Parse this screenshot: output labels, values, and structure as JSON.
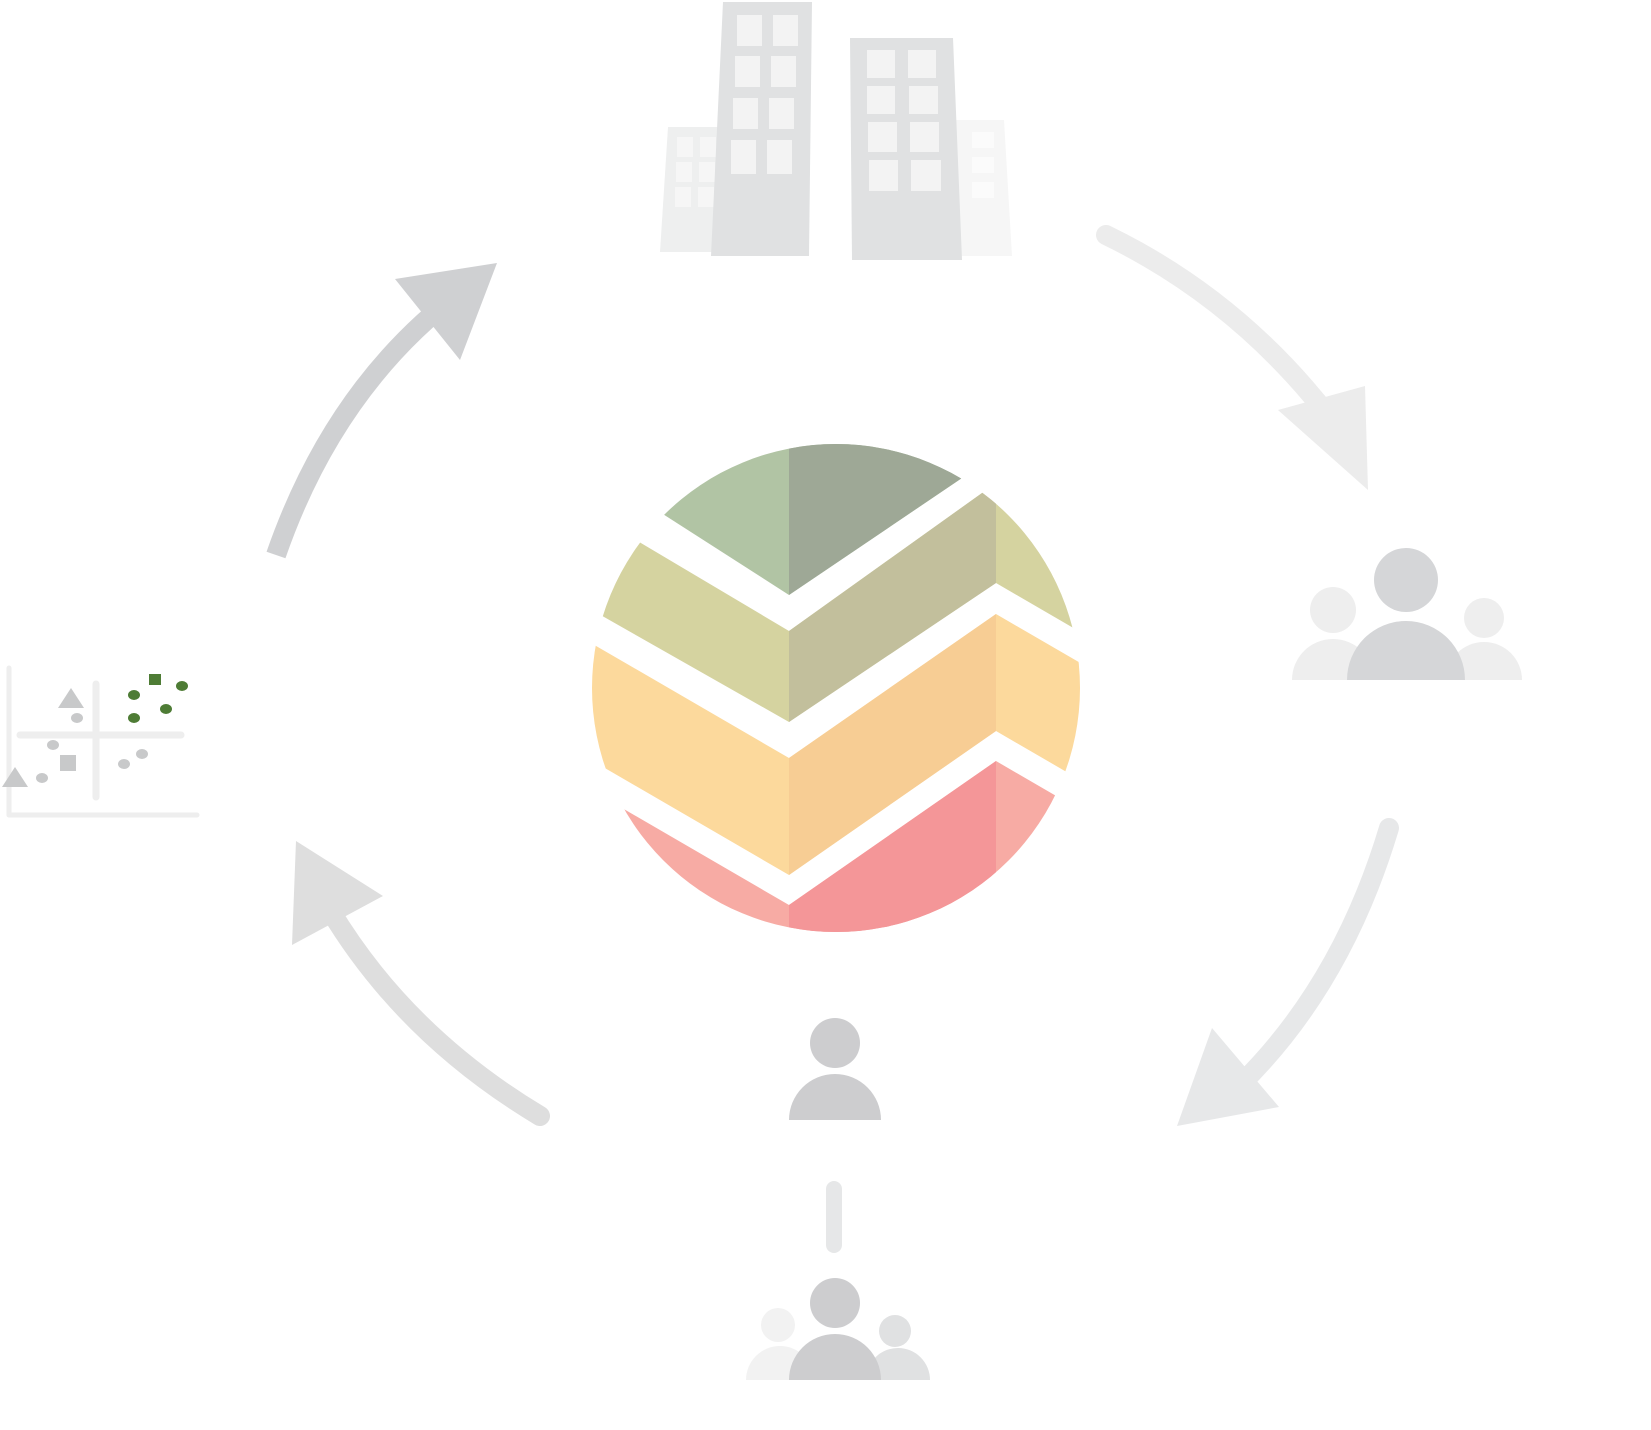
{
  "diagram": {
    "nodes": [
      {
        "id": "organizations",
        "icon": "office-buildings-icon"
      },
      {
        "id": "community",
        "icon": "user-group-icon"
      },
      {
        "id": "individual",
        "icon": "person-icon"
      },
      {
        "id": "population",
        "icon": "population-group-icon"
      },
      {
        "id": "data",
        "icon": "scatter-plot-icon"
      }
    ],
    "center_logo": {
      "icon": "layered-bands-logo-icon",
      "band_colors": {
        "top": [
          "#b1c4a4",
          "#9ea896"
        ],
        "upper": [
          "#d5d3a0",
          "#c2bf9c",
          "#d5d3a0"
        ],
        "middle": [
          "#fcd99c",
          "#f7cd94",
          "#fcd99c"
        ],
        "bottom": [
          "#f7aba4",
          "#f49698",
          "#f7aba4"
        ]
      }
    },
    "cycle_arrows": [
      {
        "from": "data",
        "to": "organizations",
        "color": "#cfd0d2"
      },
      {
        "from": "organizations",
        "to": "community",
        "color": "#ececec"
      },
      {
        "from": "community",
        "to": "individual",
        "color": "#e7e8e9"
      },
      {
        "from": "individual",
        "to": "data",
        "color": "#dedede"
      }
    ],
    "connector": {
      "from": "individual",
      "to": "population",
      "color": "#e6e7e8"
    },
    "colors": {
      "icon_gray": "#cfd0d2",
      "icon_light": "#e9eaeb",
      "accent_green": "#4e7c35"
    }
  }
}
